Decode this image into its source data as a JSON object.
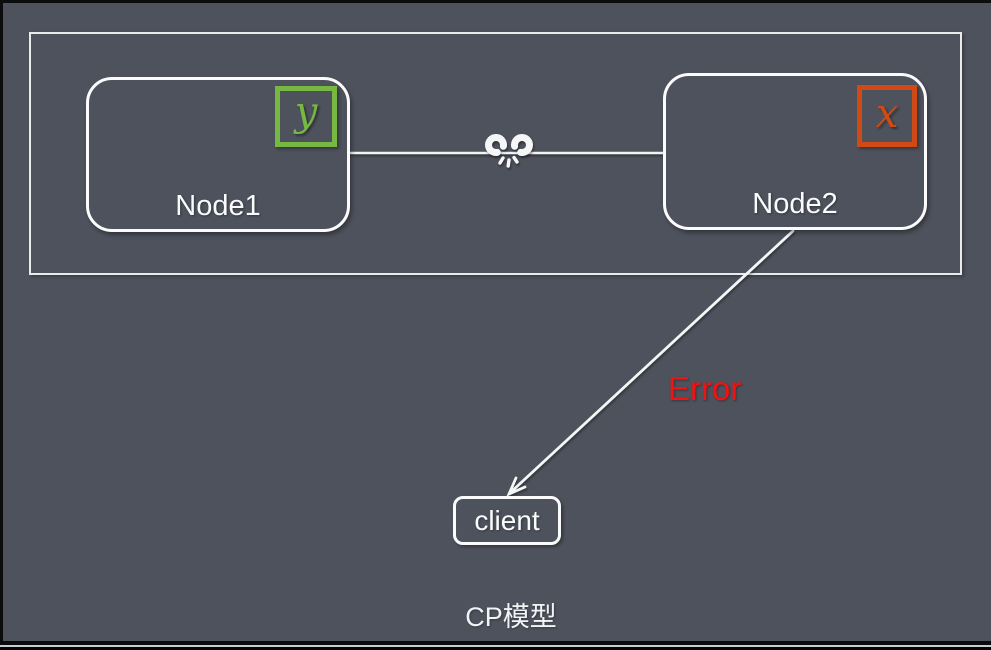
{
  "diagram": {
    "caption": "CP模型",
    "cluster_nodes": [
      {
        "label": "Node1",
        "badge_letter": "y",
        "badge_color": "#77b843"
      },
      {
        "label": "Node2",
        "badge_letter": "x",
        "badge_color": "#d14a15"
      }
    ],
    "link_icon": "broken-chain-icon",
    "error_text": "Error",
    "error_color": "#f31111",
    "client_label": "client",
    "colors": {
      "background": "#4e525c",
      "stroke_white": "#f5f6f8",
      "frame_black": "#0b0c0e"
    }
  }
}
